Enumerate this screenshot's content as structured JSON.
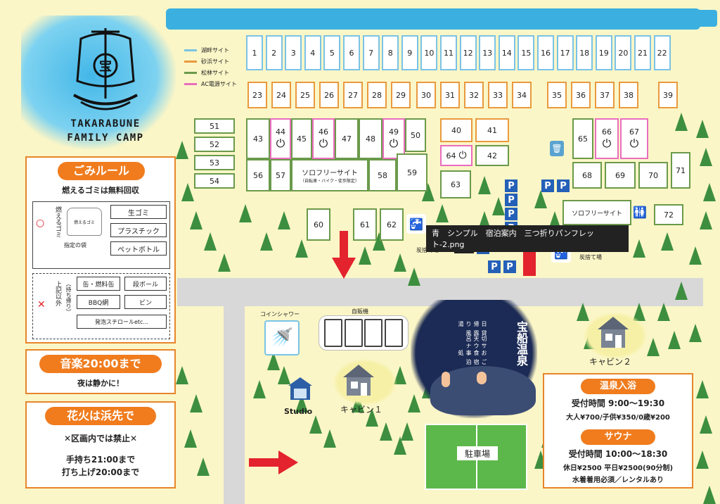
{
  "logo": {
    "line1": "TAKARABUNE",
    "line2": "FAMILY CAMP",
    "mark": "宝"
  },
  "legend": [
    {
      "label": "湖畔サイト",
      "color": "#7ac3e5"
    },
    {
      "label": "砂浜サイト",
      "color": "#e99a3e"
    },
    {
      "label": "松林サイト",
      "color": "#6a9a4a"
    },
    {
      "label": "AC電源サイト",
      "color": "#e96dbe"
    }
  ],
  "sites_row1": [
    "1",
    "2",
    "3",
    "4",
    "5",
    "6",
    "7",
    "8",
    "9",
    "10",
    "11",
    "12",
    "13",
    "14",
    "15",
    "16",
    "17",
    "18",
    "19",
    "20",
    "21",
    "22"
  ],
  "sites_row2": [
    "23",
    "24",
    "25",
    "26",
    "27",
    "28",
    "29",
    "30",
    "31",
    "32",
    "33",
    "34",
    "35",
    "36",
    "37",
    "38",
    "39"
  ],
  "sites_block": {
    "s51": "51",
    "s52": "52",
    "s53": "53",
    "s54": "54",
    "s43": "43",
    "s44": "44",
    "s45": "45",
    "s46": "46",
    "s47": "47",
    "s48": "48",
    "s49": "49",
    "s50": "50",
    "s56": "56",
    "s57": "57",
    "s58": "58",
    "s59": "59",
    "s40": "40",
    "s41": "41",
    "s64": "64",
    "s42": "42",
    "s63": "63",
    "s65": "65",
    "s66": "66",
    "s67": "67",
    "s68": "68",
    "s69": "69",
    "s70": "70",
    "s71": "71",
    "s72": "72",
    "s60": "60",
    "s61": "61",
    "s62": "62"
  },
  "solofree_1": {
    "title": "ソロフリーサイト",
    "note": "（自転車・バイク・徒歩限定）"
  },
  "solofree_2": "ソロフリーサイト",
  "tooltip": "青　シンプル　宿泊案内　三つ折りパンフレット-2.png",
  "ash_1": "炭捨て場",
  "ash_2": "炭捨て場",
  "gomi": {
    "title": "ごみルール",
    "subtitle": "燃えるゴミは無料回収",
    "burnable_label": "燃えるゴミ",
    "bag_text": "燃えるゴミ",
    "bag_caption": "指定の袋",
    "ok_items": [
      "生ゴミ",
      "プラスチック",
      "ペットボトル"
    ],
    "other_label": "上記以外",
    "other_note": "（持ち帰り）",
    "ng_items": [
      "缶・燃料缶",
      "段ボール",
      "BBQ網",
      "ビン",
      "発泡スチロールetc..."
    ]
  },
  "music": {
    "title": "音楽20:00まで",
    "sub": "夜は静かに！"
  },
  "fireworks": {
    "title": "花火は浜先で",
    "line1": "✕区画内では禁止✕",
    "line2": "手持ち21:00まで",
    "line3": "打ち上げ20:00まで"
  },
  "coin_shower": "コインシャワー",
  "vending": "自販機",
  "studio": "Studio",
  "cabin1": "キャビン１",
  "cabin2": "キャビン２",
  "onsen": {
    "title": "宝船温泉",
    "lines": [
      "日帰り湯",
      "貸切露天風呂",
      "サウナ",
      "お食事処",
      "ご宿泊"
    ]
  },
  "parking_lot": "駐車場",
  "bath": {
    "title": "温泉入浴",
    "hours": "受付時間 9:00〜19:30",
    "price": "大人¥700/子供¥350/0歳¥200",
    "sauna_title": "サウナ",
    "sauna_hours": "受付時間 10:00〜18:30",
    "sauna_price": "休日¥2500 平日¥2500(90分制)",
    "sauna_note": "水着着用必須／レンタルあり"
  },
  "parking_mark": "P"
}
